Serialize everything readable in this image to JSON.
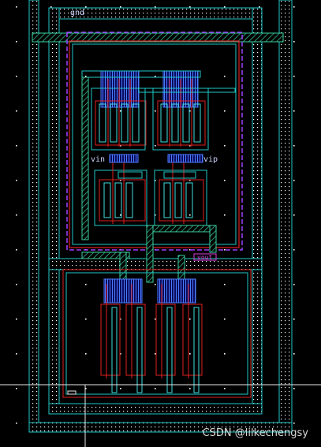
{
  "layout": {
    "pin_labels": {
      "gnd": "gnd",
      "vin": "vin",
      "vip": "vip",
      "vout": "vout"
    }
  },
  "watermark": "CSDN @lilkechengsy",
  "colors": {
    "background": "#000000",
    "nwell": "#20c8c8",
    "metal1": "#3a5cff",
    "poly": "#e02020",
    "diffusion": "#40e0e0",
    "boundary": "#a040ff",
    "crosshair": "#e8e8e8"
  }
}
